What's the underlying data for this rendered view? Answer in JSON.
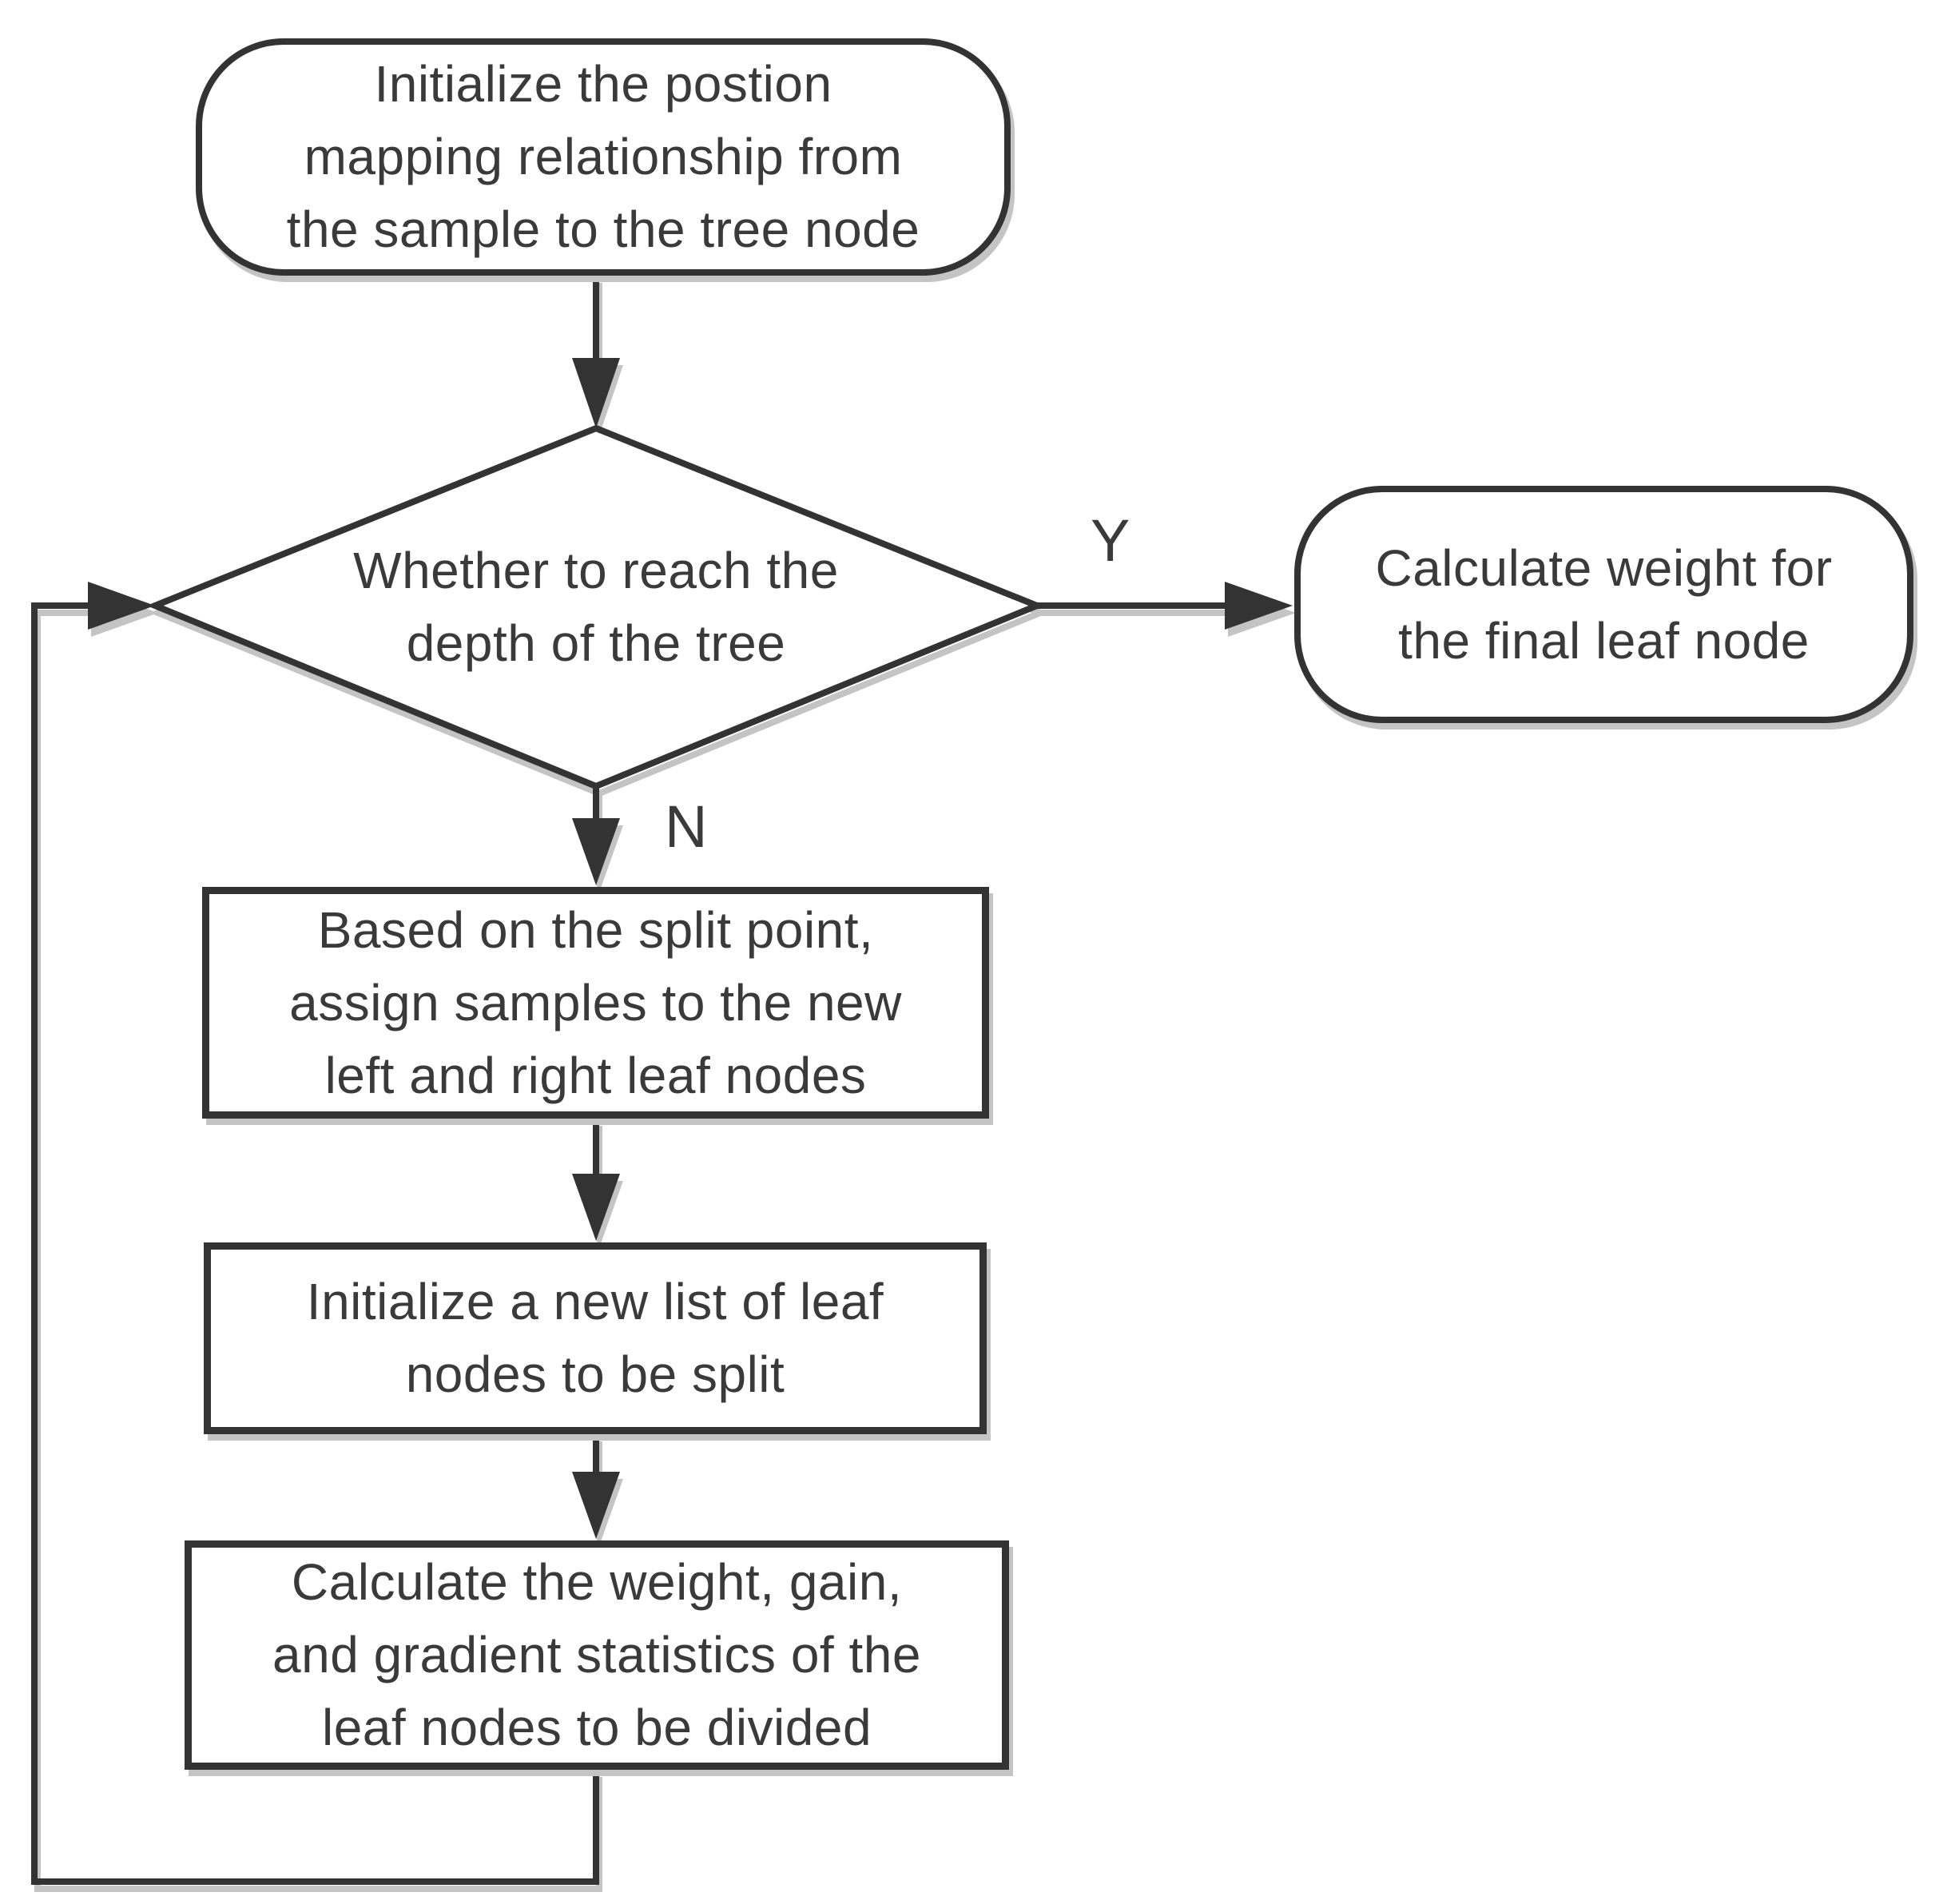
{
  "meta": {
    "background_color": "#ffffff",
    "stroke_color": "#333333",
    "text_color": "#3a3a3a",
    "shadow_color": "#c4c4c4"
  },
  "labels": {
    "yes": "Y",
    "no": "N"
  },
  "nodes": {
    "start": {
      "type": "terminator",
      "text": "Initialize the postion\nmapping relationship from\nthe sample to the tree node"
    },
    "decision": {
      "type": "decision",
      "text": "Whether to reach the\ndepth of the tree"
    },
    "calc_weight": {
      "type": "terminator",
      "text": "Calculate weight for\nthe final leaf node"
    },
    "assign_samples": {
      "type": "process",
      "text": "Based on the split point,\nassign samples to the new\nleft and right leaf nodes"
    },
    "init_leaf_list": {
      "type": "process",
      "text": "Initialize a new list of leaf\nnodes to be split"
    },
    "calc_stats": {
      "type": "process",
      "text": "Calculate the weight, gain,\nand gradient statistics of the\nleaf nodes to be divided"
    }
  },
  "edges": [
    {
      "from": "start",
      "to": "decision",
      "label": ""
    },
    {
      "from": "decision",
      "to": "calc_weight",
      "label": "Y"
    },
    {
      "from": "decision",
      "to": "assign_samples",
      "label": "N"
    },
    {
      "from": "assign_samples",
      "to": "init_leaf_list",
      "label": ""
    },
    {
      "from": "init_leaf_list",
      "to": "calc_stats",
      "label": ""
    },
    {
      "from": "calc_stats",
      "to": "decision",
      "label": ""
    }
  ]
}
